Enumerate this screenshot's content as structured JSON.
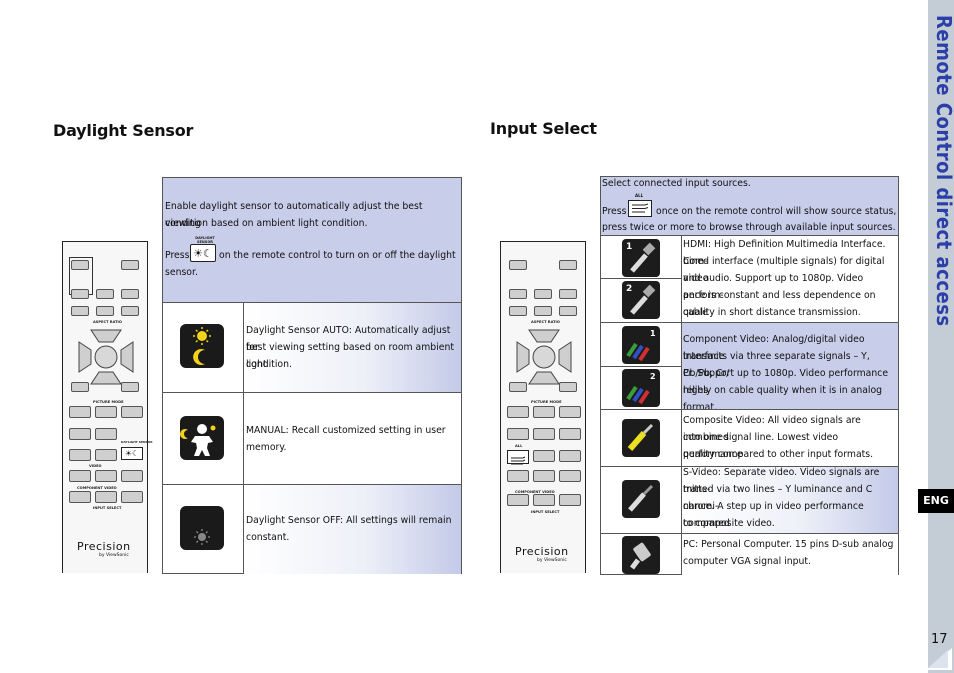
{
  "sidebar": {
    "title": "Remote Control direct access",
    "lang": "ENG",
    "page_number": "17"
  },
  "daylight": {
    "heading": "Daylight Sensor",
    "intro_line1": "Enable daylight sensor to automatically adjust the best viewing",
    "intro_line2": "condition based on ambient light condition.",
    "press_label": "Press",
    "press_rest": "on the remote control to turn on or off the daylight",
    "press_line2": "sensor.",
    "key_label_1": "DAYLIGHT",
    "key_label_2": "SENSOR",
    "rows": [
      {
        "line1": "Daylight Sensor AUTO: Automatically adjust for",
        "line2": "best viewing setting based on room ambient light",
        "line3": "condition."
      },
      {
        "line1": "MANUAL: Recall customized setting in user",
        "line2": "memory.",
        "line3": ""
      },
      {
        "line1": "Daylight Sensor OFF: All settings will remain",
        "line2": "constant.",
        "line3": ""
      }
    ]
  },
  "input": {
    "heading": "Input Select",
    "intro_line1": "Select connected input sources.",
    "all_label": "ALL",
    "press_label": "Press",
    "press_rest": "once on the remote control will show source status,",
    "press_line2": "press twice or more to browse through available input sources.",
    "hdmi": {
      "l1": "HDMI: High Definition Multimedia Interface. Com-",
      "l2": "bined interface (multiple signals) for digital video",
      "l3": "and audio. Support up to 1080p. Video perform-",
      "l4": "ance is constant and less dependence on cable",
      "l5": "quality in short distance transmission."
    },
    "component": {
      "l1": "Component Video: Analog/digital video interface",
      "l2": "transmits via three separate signals – Y, Cb/Pb, Cr/",
      "l3": "Pr. Support up to 1080p. Video performance relies",
      "l4": "highly on cable quality when it is in analog format."
    },
    "composite": {
      "l1": "Composite Video: All video signals are combined",
      "l2": "into one signal line. Lowest video performance",
      "l3": "quality compared to other input formats."
    },
    "svideo": {
      "l1": "S-Video: Separate video. Video signals are trans-",
      "l2": "mitted via two lines – Y luminance and C chromi-",
      "l3": "nance. A step up in video performance compared",
      "l4": "to composite video."
    },
    "pc": {
      "l1": "PC: Personal Computer. 15 pins D-sub analog",
      "l2": "computer VGA signal input."
    },
    "num1": "1",
    "num2": "2"
  },
  "remote": {
    "aspect_ratio": "ASPECT RATIO",
    "picture_mode": "PICTURE MODE",
    "daylight_sensor": "DAYLIGHT SENSOR",
    "video": "VIDEO",
    "component_video": "COMPONENT VIDEO",
    "input_select": "INPUT SELECT",
    "all": "ALL",
    "brand": "Precision",
    "by": "by ViewSonic"
  }
}
